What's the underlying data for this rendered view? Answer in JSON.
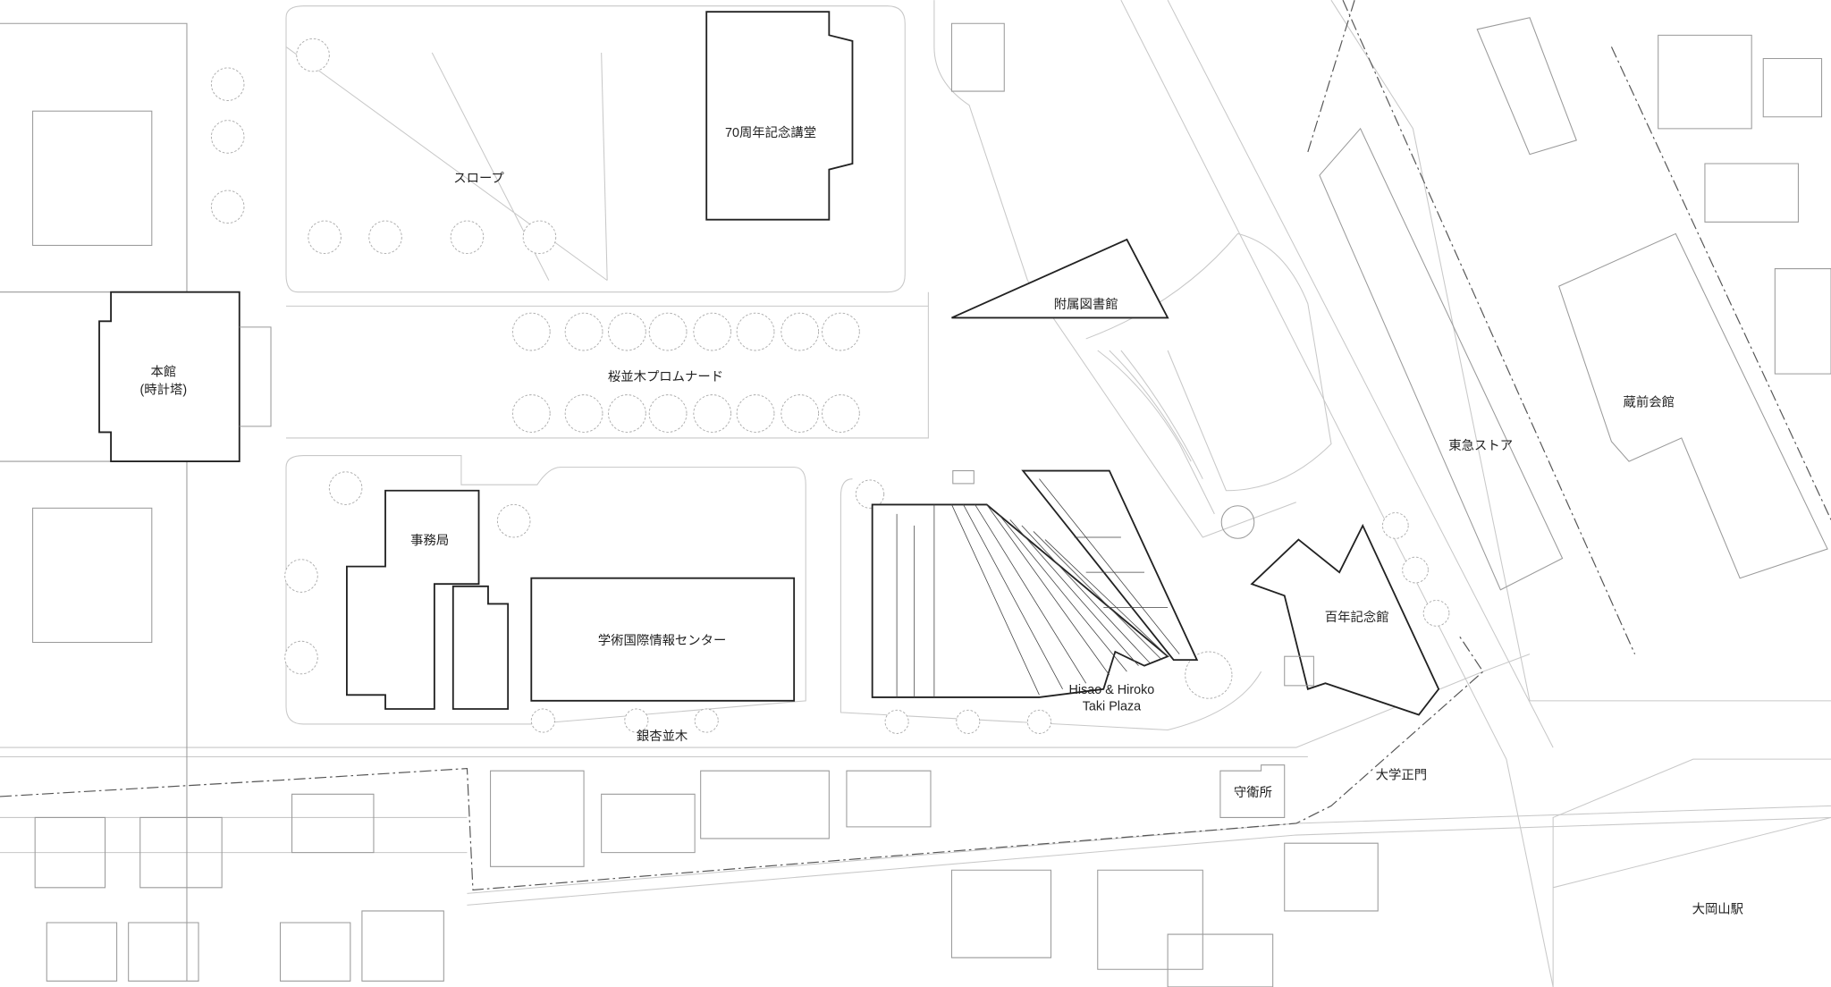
{
  "map": {
    "labels": {
      "auditorium": "70周年記念講堂",
      "slope": "スロープ",
      "library": "附属図書館",
      "main_building": "本館",
      "main_building_sub": "(時計塔)",
      "promenade": "桜並木プロムナード",
      "admin": "事務局",
      "info_center": "学術国際情報センター",
      "plaza_line1": "Hisao & Hiroko",
      "plaza_line2": "Taki Plaza",
      "centennial_hall": "百年記念館",
      "tokyu_store": "東急ストア",
      "kuramae_hall": "蔵前会館",
      "ginkgo_avenue": "銀杏並木",
      "main_gate": "大学正門",
      "guardhouse": "守衛所",
      "station": "大岡山駅"
    },
    "colors": {
      "building": "#222222",
      "context": "#c8c8c8",
      "boundary": "#555555"
    }
  }
}
